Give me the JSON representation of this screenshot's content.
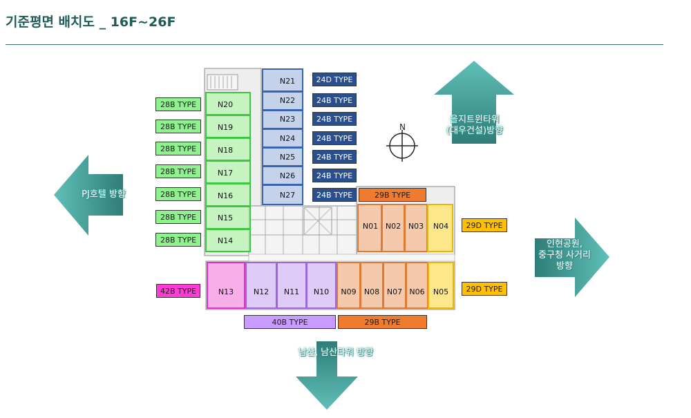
{
  "title": "기준평면 배치도 _ 16F~26F",
  "compass": {
    "label": "N"
  },
  "directions": {
    "top": "을지트윈타워\n(대우건설)방향",
    "left": "PJ호텔 방향",
    "right": "인현공원,\n중구청 사거리\n방향",
    "bottom": "남산, 남산타워 방향"
  },
  "units": {
    "west": [
      "N20",
      "N19",
      "N18",
      "N17",
      "N16",
      "N15",
      "N14"
    ],
    "north": [
      "N21",
      "N22",
      "N23",
      "N24",
      "N25",
      "N26",
      "N27"
    ],
    "east_upper": [
      "N01",
      "N02",
      "N03",
      "N04"
    ],
    "south": [
      "N13",
      "N12",
      "N11",
      "N10",
      "N09",
      "N08",
      "N07",
      "N06",
      "N05"
    ]
  },
  "type_labels": {
    "west": [
      "28B TYPE",
      "28B TYPE",
      "28B TYPE",
      "28B TYPE",
      "28B TYPE",
      "28B TYPE",
      "28B TYPE"
    ],
    "north": [
      "24D TYPE",
      "24B TYPE",
      "24B TYPE",
      "24B TYPE",
      "24B TYPE",
      "24B TYPE",
      "24B TYPE"
    ],
    "east_top": "29B TYPE",
    "east_right_upper": "29D TYPE",
    "east_right_lower": "29D TYPE",
    "sw": "42B TYPE",
    "bottom_purple": "40B TYPE",
    "bottom_orange": "29B TYPE"
  },
  "colors": {
    "green": "#8ff28f",
    "blue": "#2a4f8e",
    "orange": "#ef7b2f",
    "yellow": "#ffc000",
    "magenta": "#ff3bd5",
    "purple": "#c89bff",
    "arrow": "#3e9c96"
  }
}
